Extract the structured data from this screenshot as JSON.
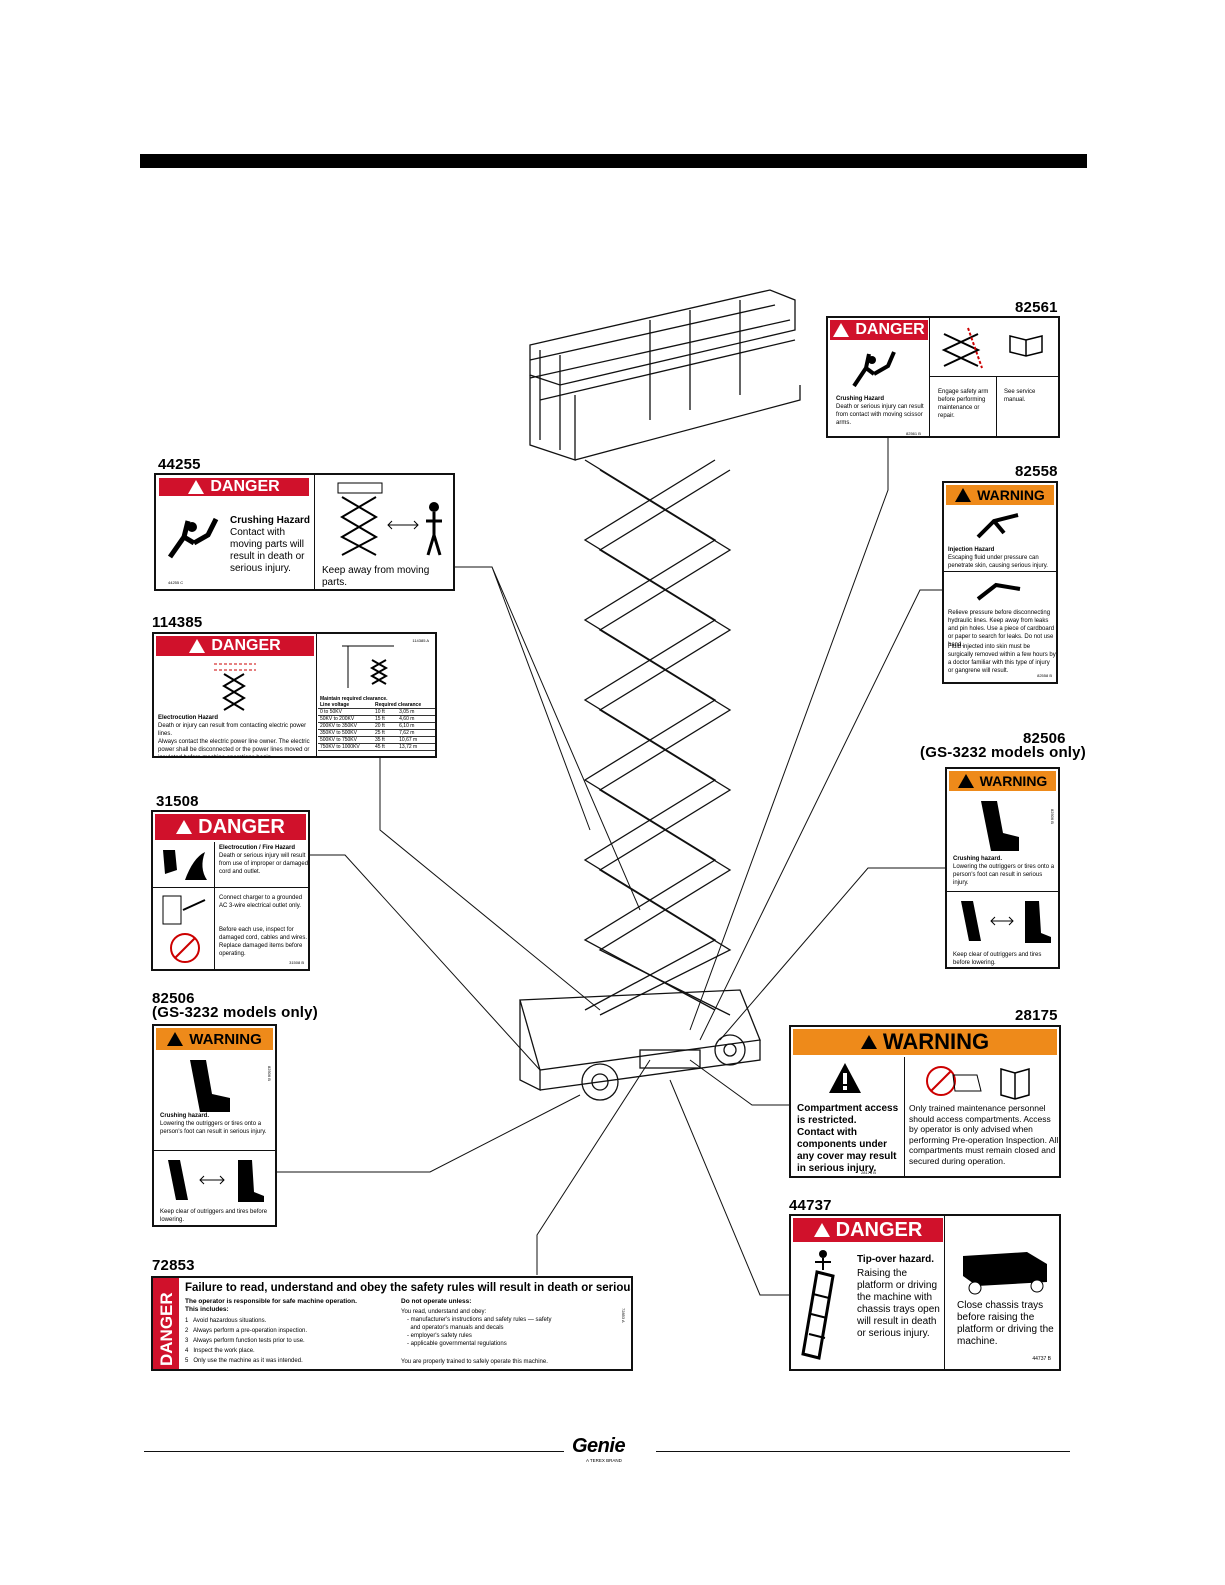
{
  "labels": {
    "l82561": "82561",
    "l44255": "44255",
    "l82558": "82558",
    "l114385": "114385",
    "l82506_right": "82506",
    "l82506_right_note": "(GS-3232 models only)",
    "l31508": "31508",
    "l82506_left": "82506",
    "l82506_left_note": "(GS-3232 models only)",
    "l28175": "28175",
    "l44737": "44737",
    "l72853": "72853"
  },
  "decal_82561": {
    "header": "DANGER",
    "title": "Crushing Hazard",
    "body": "Death or serious injury can result from contact with moving scissor arms.",
    "col2": "Engage safety arm before performing maintenance or repair.",
    "col3": "See service manual.",
    "code": "82561 B"
  },
  "decal_44255": {
    "header": "DANGER",
    "title": "Crushing Hazard",
    "body": "Contact with moving parts will result in death or serious injury.",
    "right": "Keep away from moving parts.",
    "code": "44255 C"
  },
  "decal_82558": {
    "header": "WARNING",
    "title": "Injection Hazard",
    "body": "Escaping fluid under pressure can penetrate skin, causing serious injury.",
    "instr1": "Relieve pressure before disconnecting hydraulic lines. Keep away from leaks and pin holes. Use a piece of cardboard or paper to search for leaks. Do not use hand.",
    "instr2": "Fluid injected into skin must be surgically removed within a few hours by a doctor familiar with this type of injury or gangrene will result.",
    "code": "82558 B"
  },
  "decal_114385": {
    "header": "DANGER",
    "title": "Electrocution Hazard",
    "body1": "Death or injury can result from contacting electric power lines.",
    "body2": "Always contact the electric power line owner. The electric power shall be disconnected or the power lines moved or insulated before machine operations begin.",
    "code": "114385 A",
    "table_title": "Maintain required clearance.",
    "table_headers": [
      "Line voltage",
      "Required clearance"
    ],
    "table_rows": [
      [
        "0 to 50KV",
        "10 ft",
        "3,05 m"
      ],
      [
        "50KV to 200KV",
        "15 ft",
        "4,60 m"
      ],
      [
        "200KV to 350KV",
        "20 ft",
        "6,10 m"
      ],
      [
        "350KV to 500KV",
        "25 ft",
        "7,62 m"
      ],
      [
        "500KV to 750KV",
        "35 ft",
        "10,67 m"
      ],
      [
        "750KV to 1000KV",
        "45 ft",
        "13,72 m"
      ]
    ]
  },
  "decal_82506": {
    "header": "WARNING",
    "title": "Crushing hazard.",
    "body": "Lowering the outriggers or tires onto a person's foot can result in serious injury.",
    "bottom": "Keep clear of outriggers and tires before lowering.",
    "code": "82506 B"
  },
  "decal_31508": {
    "header": "DANGER",
    "title": "Electrocution / Fire Hazard",
    "body": "Death or serious injury will result from use of improper or damaged cord and outlet.",
    "instr1": "Connect charger to a grounded AC 3-wire electrical outlet only.",
    "instr2": "Before each use, inspect for damaged cord, cables and wires. Replace damaged items before operating.",
    "code": "31508 B"
  },
  "decal_28175": {
    "header": "WARNING",
    "left1": "Compartment access is restricted.",
    "left2": "Contact with components under any cover may result in serious injury.",
    "right": "Only trained maintenance personnel should access compartments. Access by operator is only advised when performing Pre-operation Inspection. All compartments must remain closed and secured during operation.",
    "code": "28175 B"
  },
  "decal_44737": {
    "header": "DANGER",
    "title": "Tip-over hazard.",
    "body": "Raising the platform or driving the machine with chassis trays open will result in death or serious injury.",
    "right": "Close chassis trays before raising the platform or driving the machine.",
    "code": "44737 B"
  },
  "decal_72853": {
    "side": "DANGER",
    "headline": "Failure to read, understand and obey the safety rules will result in death or serious injury.",
    "left_title": "The operator is responsible for safe machine operation.",
    "left_sub": "This includes:",
    "left_items": [
      "1   Avoid hazardous situations.",
      "2   Always perform a pre-operation inspection.",
      "3   Always perform function tests prior to use.",
      "4   Inspect the work place.",
      "5   Only use the machine as it was intended."
    ],
    "right_title": "Do not operate unless:",
    "right_sub": "You read, understand and obey:",
    "right_items": [
      "- manufacturer's instructions and safety rules — safety",
      "  and operator's manuals and decals",
      "- employer's safety rules",
      "- applicable governmental regulations"
    ],
    "right_last": "You are properly trained to safely operate this machine.",
    "code": "72853 A"
  },
  "footer": {
    "brand": "Genie",
    "tagline": "A TEREX BRAND"
  }
}
